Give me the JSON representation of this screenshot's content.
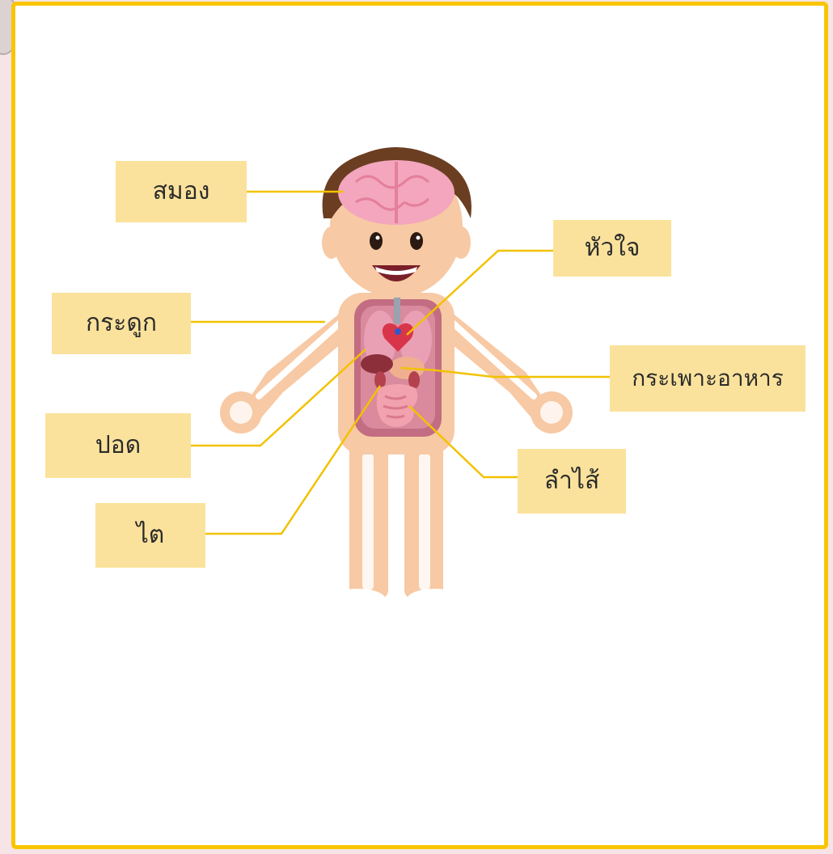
{
  "labels": {
    "brain": "สมอง",
    "bone": "กระดูก",
    "lung": "ปอด",
    "kidney": "ไต",
    "heart": "หัวใจ",
    "stomach": "กระเพาะอาหาร",
    "intestine": "ลำไส้"
  },
  "colors": {
    "frame": "#f9c500",
    "label_bg": "#fbe29c",
    "leader_line": "#f2c200",
    "skin": "#f7c9a4",
    "bone": "#ffffff",
    "torso": "#c26d82",
    "brain": "#f3a6bd",
    "hair": "#6b3e22"
  }
}
